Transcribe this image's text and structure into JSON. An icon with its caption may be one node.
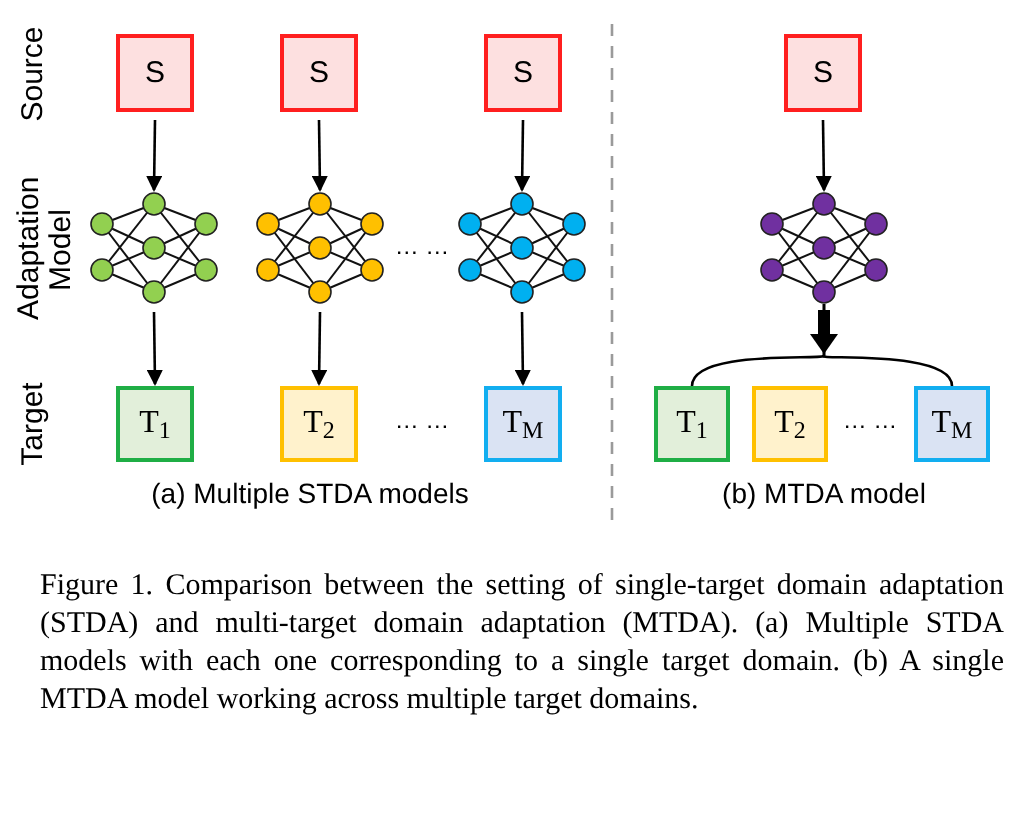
{
  "diagram": {
    "caption": "Figure 1. Comparison between the setting of single-target domain adaptation (STDA) and multi-target domain adaptation (MTDA). (a) Multiple STDA models with each one corresponding to a single target domain. (b) A single MTDA model working across multiple target domains.",
    "nodes": [
      {
        "text": [
          "S"
        ]
      },
      {
        "text": [
          "S"
        ]
      },
      {
        "text": [
          "S"
        ]
      },
      {
        "text": [],
        "shape": "network"
      },
      {
        "text": [],
        "shape": "network"
      },
      {
        "text": [],
        "shape": "network"
      },
      {
        "text": [
          "T$_{1}$"
        ]
      },
      {
        "text": [
          "T$_{2}$"
        ]
      },
      {
        "text": [
          "T$_{M}$"
        ]
      },
      {
        "text": [
          "S"
        ]
      },
      {
        "text": [],
        "shape": "network"
      },
      {
        "text": [
          "T$_{1}$"
        ]
      },
      {
        "text": [
          "T$_{2}$"
        ]
      },
      {
        "text": [
          "T$_{M}$"
        ]
      }
    ],
    "edges": [
      {
        "from": 0,
        "to": 3,
        "arrow": "to"
      },
      {
        "from": 3,
        "to": 6,
        "arrow": "to"
      },
      {
        "from": 1,
        "to": 4,
        "arrow": "to"
      },
      {
        "from": 4,
        "to": 7,
        "arrow": "to"
      },
      {
        "from": 2,
        "to": 5,
        "arrow": "to"
      },
      {
        "from": 5,
        "to": 8,
        "arrow": "to"
      },
      {
        "from": 9,
        "to": 10,
        "arrow": "to"
      },
      {
        "from": 10,
        "to": 11,
        "arrow": "to"
      },
      {
        "from": 10,
        "to": 13,
        "arrow": "to"
      }
    ],
    "labels": [
      "Source",
      "Adaptation Model",
      "Target",
      "… …",
      "… …",
      "(a) Multiple STDA models",
      "… …",
      "(b) MTDA model"
    ]
  }
}
